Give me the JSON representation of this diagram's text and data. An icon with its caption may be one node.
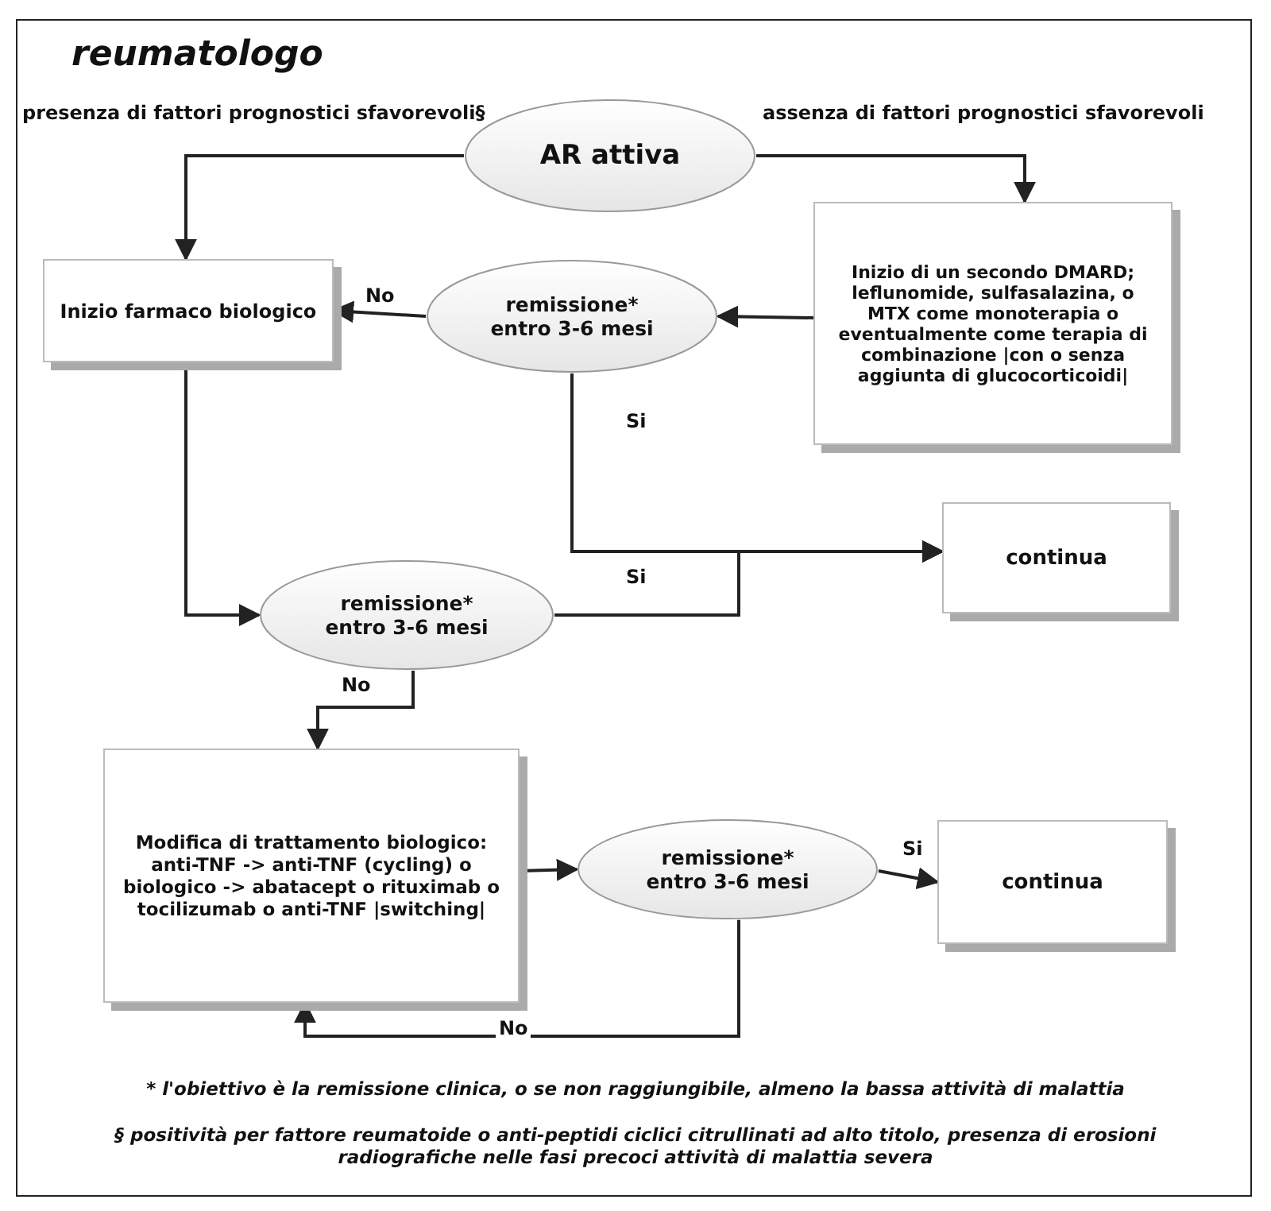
{
  "diagram": {
    "title": "reumatologo",
    "nodes": [
      {
        "text": [
          "AR attiva"
        ]
      },
      {
        "text": [
          "Inizio farmaco biologico"
        ]
      },
      {
        "text": [
          "remissione* entro 3-6 mesi"
        ]
      },
      {
        "text": [
          "Inizio di un secondo DMARD; leflunomide, sulfasalazina, o MTX come monoterapia o eventualmente come terapia di combinazione |con o senza aggiunta di glucocorticoidi|"
        ]
      },
      {
        "text": [
          "continua"
        ]
      },
      {
        "text": [
          "remissione* entro 3-6 mesi"
        ]
      },
      {
        "text": [
          "Modifica di trattamento biologico: anti-TNF -> anti-TNF (cycling) o biologico -> abatacept o rituximab o tocilizumab o anti-TNF |switching|"
        ]
      },
      {
        "text": [
          "remissione* entro 3-6 mesi"
        ]
      },
      {
        "text": [
          "continua"
        ]
      }
    ],
    "edges": [
      {
        "from": 0,
        "to": 1,
        "arrow": "to",
        "label": "presenza di fattori prognostici sfavorevoli§"
      },
      {
        "from": 0,
        "to": 3,
        "arrow": "to",
        "label": "assenza di fattori prognostici sfavorevoli"
      },
      {
        "from": 3,
        "to": 2,
        "arrow": "to"
      },
      {
        "from": 2,
        "to": 1,
        "arrow": "to",
        "label": "No"
      },
      {
        "from": 2,
        "to": 4,
        "arrow": "to",
        "label": "Si"
      },
      {
        "from": 1,
        "to": 5,
        "arrow": "to"
      },
      {
        "from": 5,
        "to": 4,
        "arrow": "to",
        "label": "Si"
      },
      {
        "from": 5,
        "to": 6,
        "arrow": "to",
        "label": "No"
      },
      {
        "from": 6,
        "to": 7,
        "arrow": "to"
      },
      {
        "from": 7,
        "to": 8,
        "arrow": "to",
        "label": "Si"
      },
      {
        "from": 7,
        "to": 6,
        "arrow": "to",
        "label": "No"
      }
    ],
    "labels": [
      "* l'obiettivo è la remissione clinica, o se non raggiungibile, almeno la bassa attività di malattia",
      "§ positività per fattore reumatoide o anti-peptidi ciclici citrullinati ad alto titolo, presenza di erosioni radiografiche nelle fasi precoci attività di malattia severa"
    ]
  }
}
